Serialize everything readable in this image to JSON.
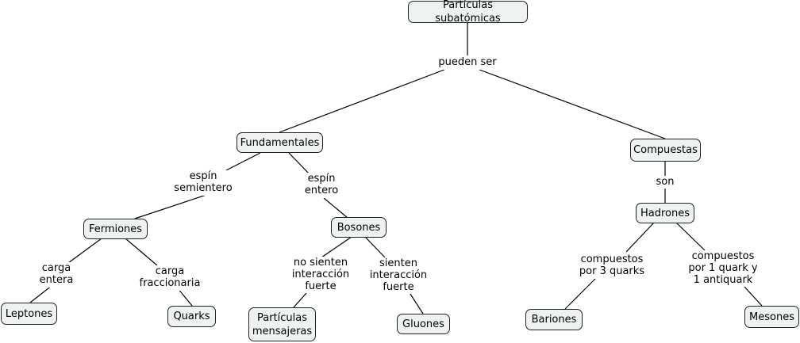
{
  "concept_map": {
    "nodes": {
      "particulas": "Partículas subatómicas",
      "fundamentales": "Fundamentales",
      "compuestas": "Compuestas",
      "fermiones": "Fermiones",
      "bosones": "Bosones",
      "hadrones": "Hadrones",
      "leptones": "Leptones",
      "quarks": "Quarks",
      "mensajeras": "Partículas\nmensajeras",
      "gluones": "Gluones",
      "bariones": "Bariones",
      "mesones": "Mesones"
    },
    "links": {
      "pueden_ser": "pueden ser",
      "espin_semientero": "espín\nsemientero",
      "espin_entero": "espín\nentero",
      "son": "son",
      "carga_entera": "carga\nentera",
      "carga_fraccionaria": "carga\nfraccionaria",
      "no_sienten": "no sienten\ninteracción\nfuerte",
      "sienten": "sienten\ninteracción\nfuerte",
      "compuestos_3": "compuestos\npor 3 quarks",
      "compuestos_1": "compuestos\npor 1 quark y\n1 antiquark"
    },
    "colors": {
      "node_fill": "#eef2f2",
      "border": "#222222",
      "line": "#000000"
    }
  }
}
